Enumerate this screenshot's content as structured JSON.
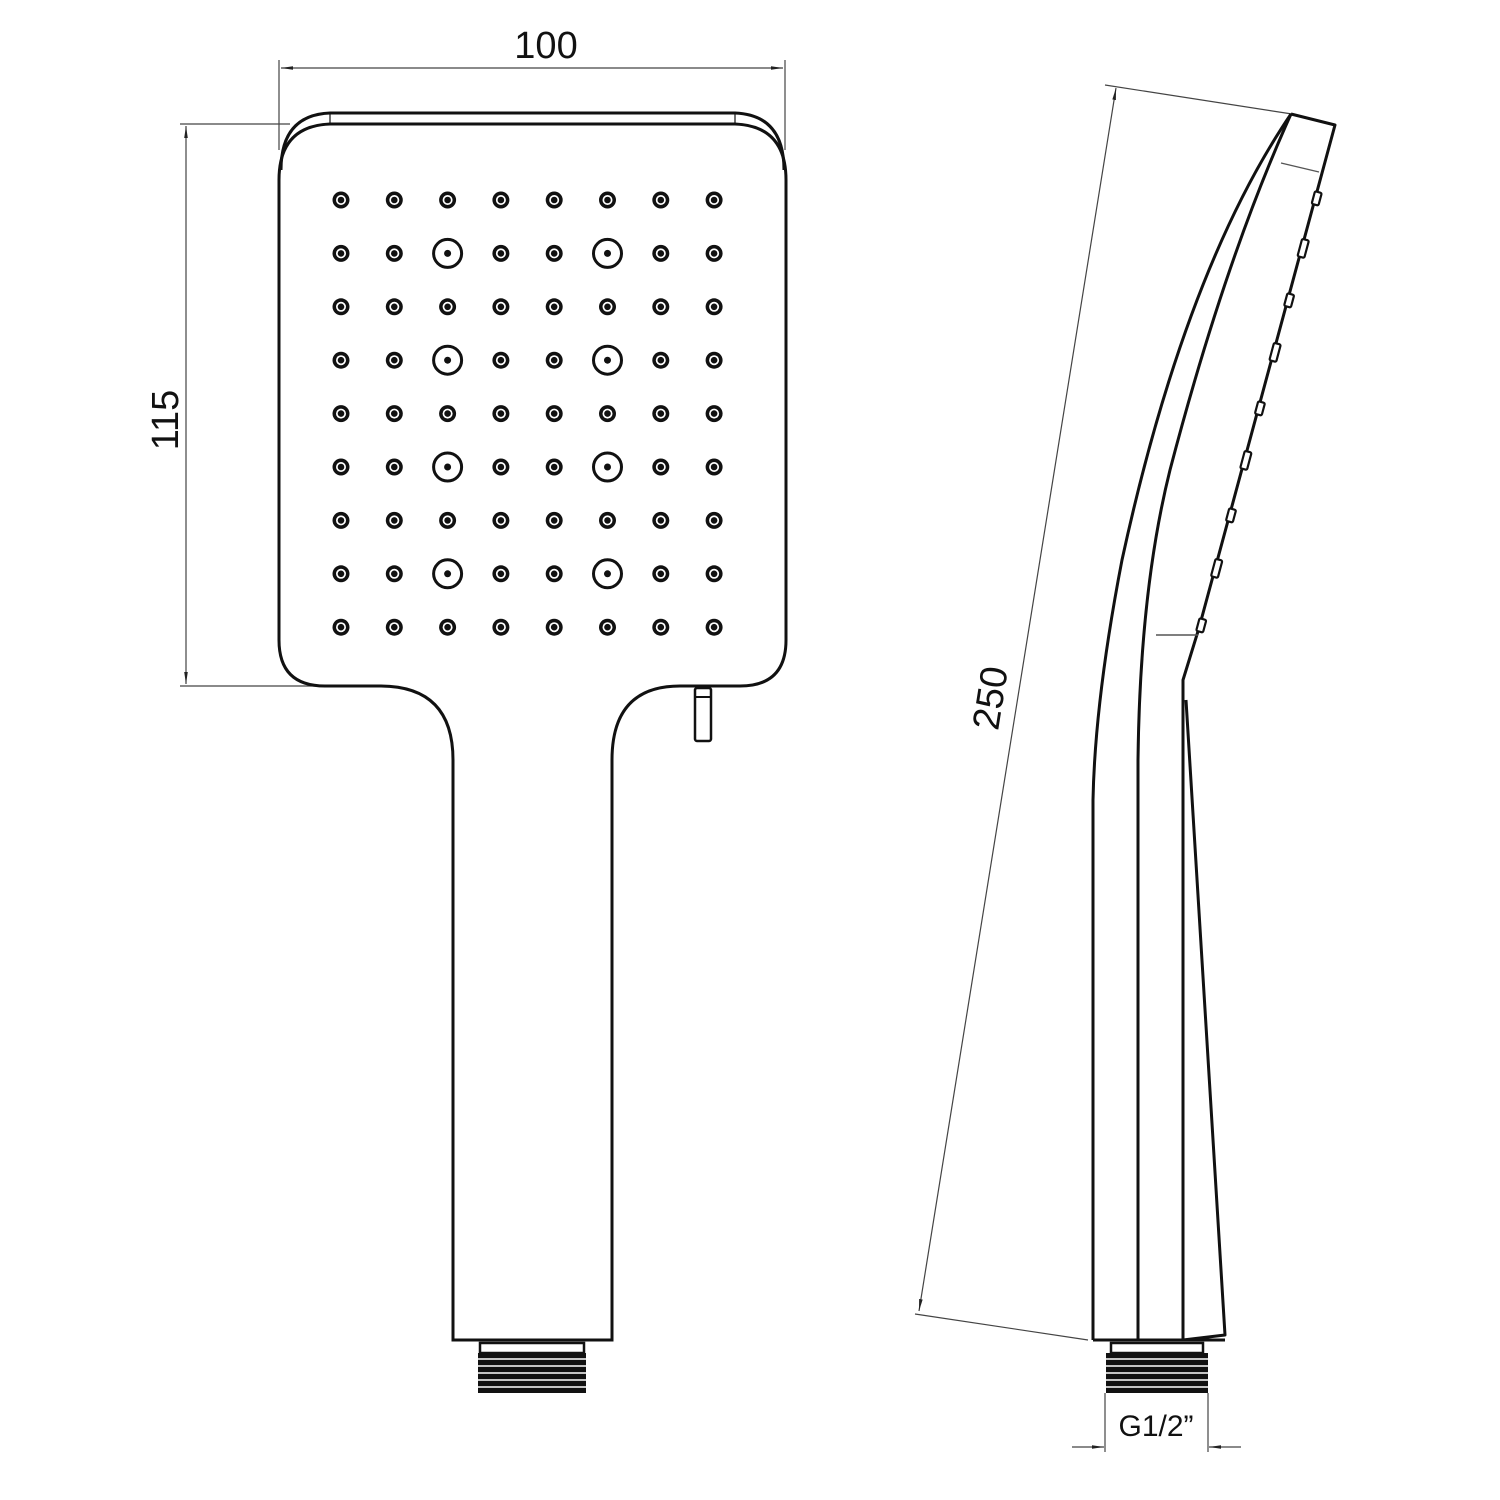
{
  "drawing": {
    "title": "Hand shower technical drawing",
    "stroke_color": "#111111",
    "dim_color": "#444444",
    "background": "#ffffff"
  },
  "front_view": {
    "width_dimension": "100",
    "height_dimension": "115",
    "nozzle_grid": {
      "rows": 9,
      "cols": 8,
      "large_nozzle_positions": [
        [
          1,
          2
        ],
        [
          1,
          5
        ],
        [
          3,
          2
        ],
        [
          3,
          5
        ],
        [
          5,
          2
        ],
        [
          5,
          5
        ],
        [
          7,
          2
        ],
        [
          7,
          5
        ]
      ]
    }
  },
  "side_view": {
    "length_dimension": "250",
    "thread_label": "G1/2”"
  }
}
